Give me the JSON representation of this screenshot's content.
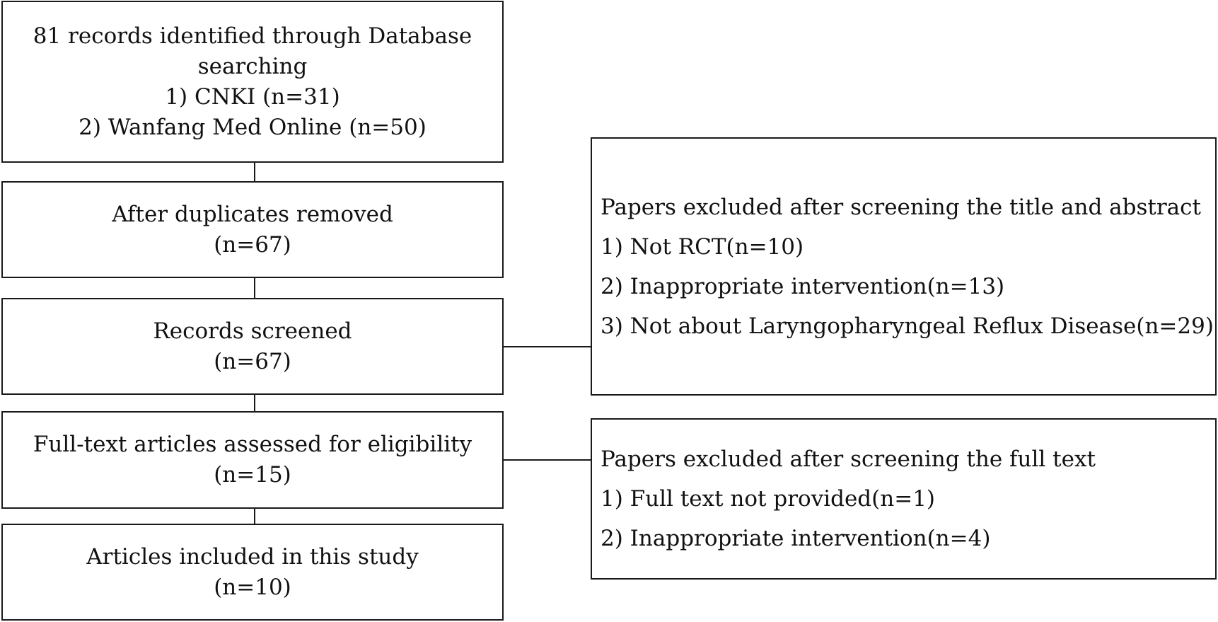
{
  "flow": {
    "identified": {
      "line1": "81 records identified through Database",
      "line2": "searching",
      "line3": "1) CNKI (n=31)",
      "line4": "2) Wanfang Med Online (n=50)"
    },
    "duplicates_removed": {
      "line1": "After duplicates removed",
      "line2": "(n=67)"
    },
    "screened": {
      "line1": "Records screened",
      "line2": "(n=67)"
    },
    "eligibility": {
      "line1": "Full-text articles assessed for eligibility",
      "line2": "(n=15)"
    },
    "included": {
      "line1": "Articles included in this study",
      "line2": "(n=10)"
    }
  },
  "exclusions": {
    "title_abstract": {
      "heading": "Papers excluded after screening the title and abstract",
      "items": [
        "1) Not RCT(n=10)",
        "2) Inappropriate intervention(n=13)",
        "3) Not about Laryngopharyngeal Reflux Disease(n=29)"
      ]
    },
    "full_text": {
      "heading": "Papers excluded after screening the full text",
      "items": [
        "1) Full text not provided(n=1)",
        "2) Inappropriate intervention(n=4)"
      ]
    }
  }
}
